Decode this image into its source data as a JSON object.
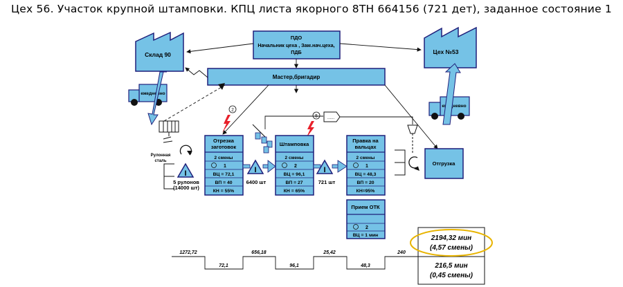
{
  "title": "Цех 56. Участок крупной штамповки. КПЦ листа якорного 8ТН 664156 (721 дет), заданное состояние 1",
  "colors": {
    "box_fill": "#75c2e6",
    "stroke": "#1f1f7a",
    "accent": "#e8b400",
    "lightning": "#e8202a"
  },
  "factories": {
    "warehouse": "Склад 90",
    "shop": "Цех №53"
  },
  "trucks": {
    "left": "ежедневно",
    "right": "ежедневно"
  },
  "control": {
    "pdo_title": "ПДО",
    "pdo_sub1": "Начальник цеха , Зам.нач.цеха,",
    "pdo_sub2": "ПДБ",
    "master": "Мастер,бригадир"
  },
  "supply": {
    "label1": "Рулонная",
    "label2": "сталь"
  },
  "inventory": {
    "first1": "5 рулонов",
    "first2": "(14000 шт)",
    "second": "6400 шт",
    "third": "721 шт",
    "mark": "I"
  },
  "badges": {
    "left": "2",
    "right": "5"
  },
  "signal_box": "......",
  "processes": [
    {
      "name1": "Отрезка",
      "name2": "заготовок",
      "shifts": "2 смены",
      "workers": "1",
      "vc": "ВЦ = 72,1",
      "vp": "ВП = 40",
      "kn": "КН = 55%"
    },
    {
      "name1": "Штамповка",
      "name2": "",
      "shifts": "2 смены",
      "workers": "2",
      "vc": "ВЦ = 96,1",
      "vp": "ВП = 27",
      "kn": "КН = 65%"
    },
    {
      "name1": "Правка на",
      "name2": "вальцах",
      "shifts": "2 смены",
      "workers": "1",
      "vc": "ВЦ = 48,3",
      "vp": "ВП = 20",
      "kn": "КН=95%"
    }
  ],
  "otk": {
    "name": "Прием ОТК",
    "workers": "2",
    "vc": "ВЦ = 1 мин"
  },
  "shipping": "Отгрузка",
  "timeline": {
    "top": [
      "1272,72",
      "656,18",
      "25,42",
      "240"
    ],
    "bottom": [
      "72,1",
      "96,1",
      "48,3"
    ],
    "total_lead1": "2194,32 мин",
    "total_lead2": "(4,57 смены)",
    "total_proc1": "216,5 мин",
    "total_proc2": "(0,45 смены)"
  }
}
